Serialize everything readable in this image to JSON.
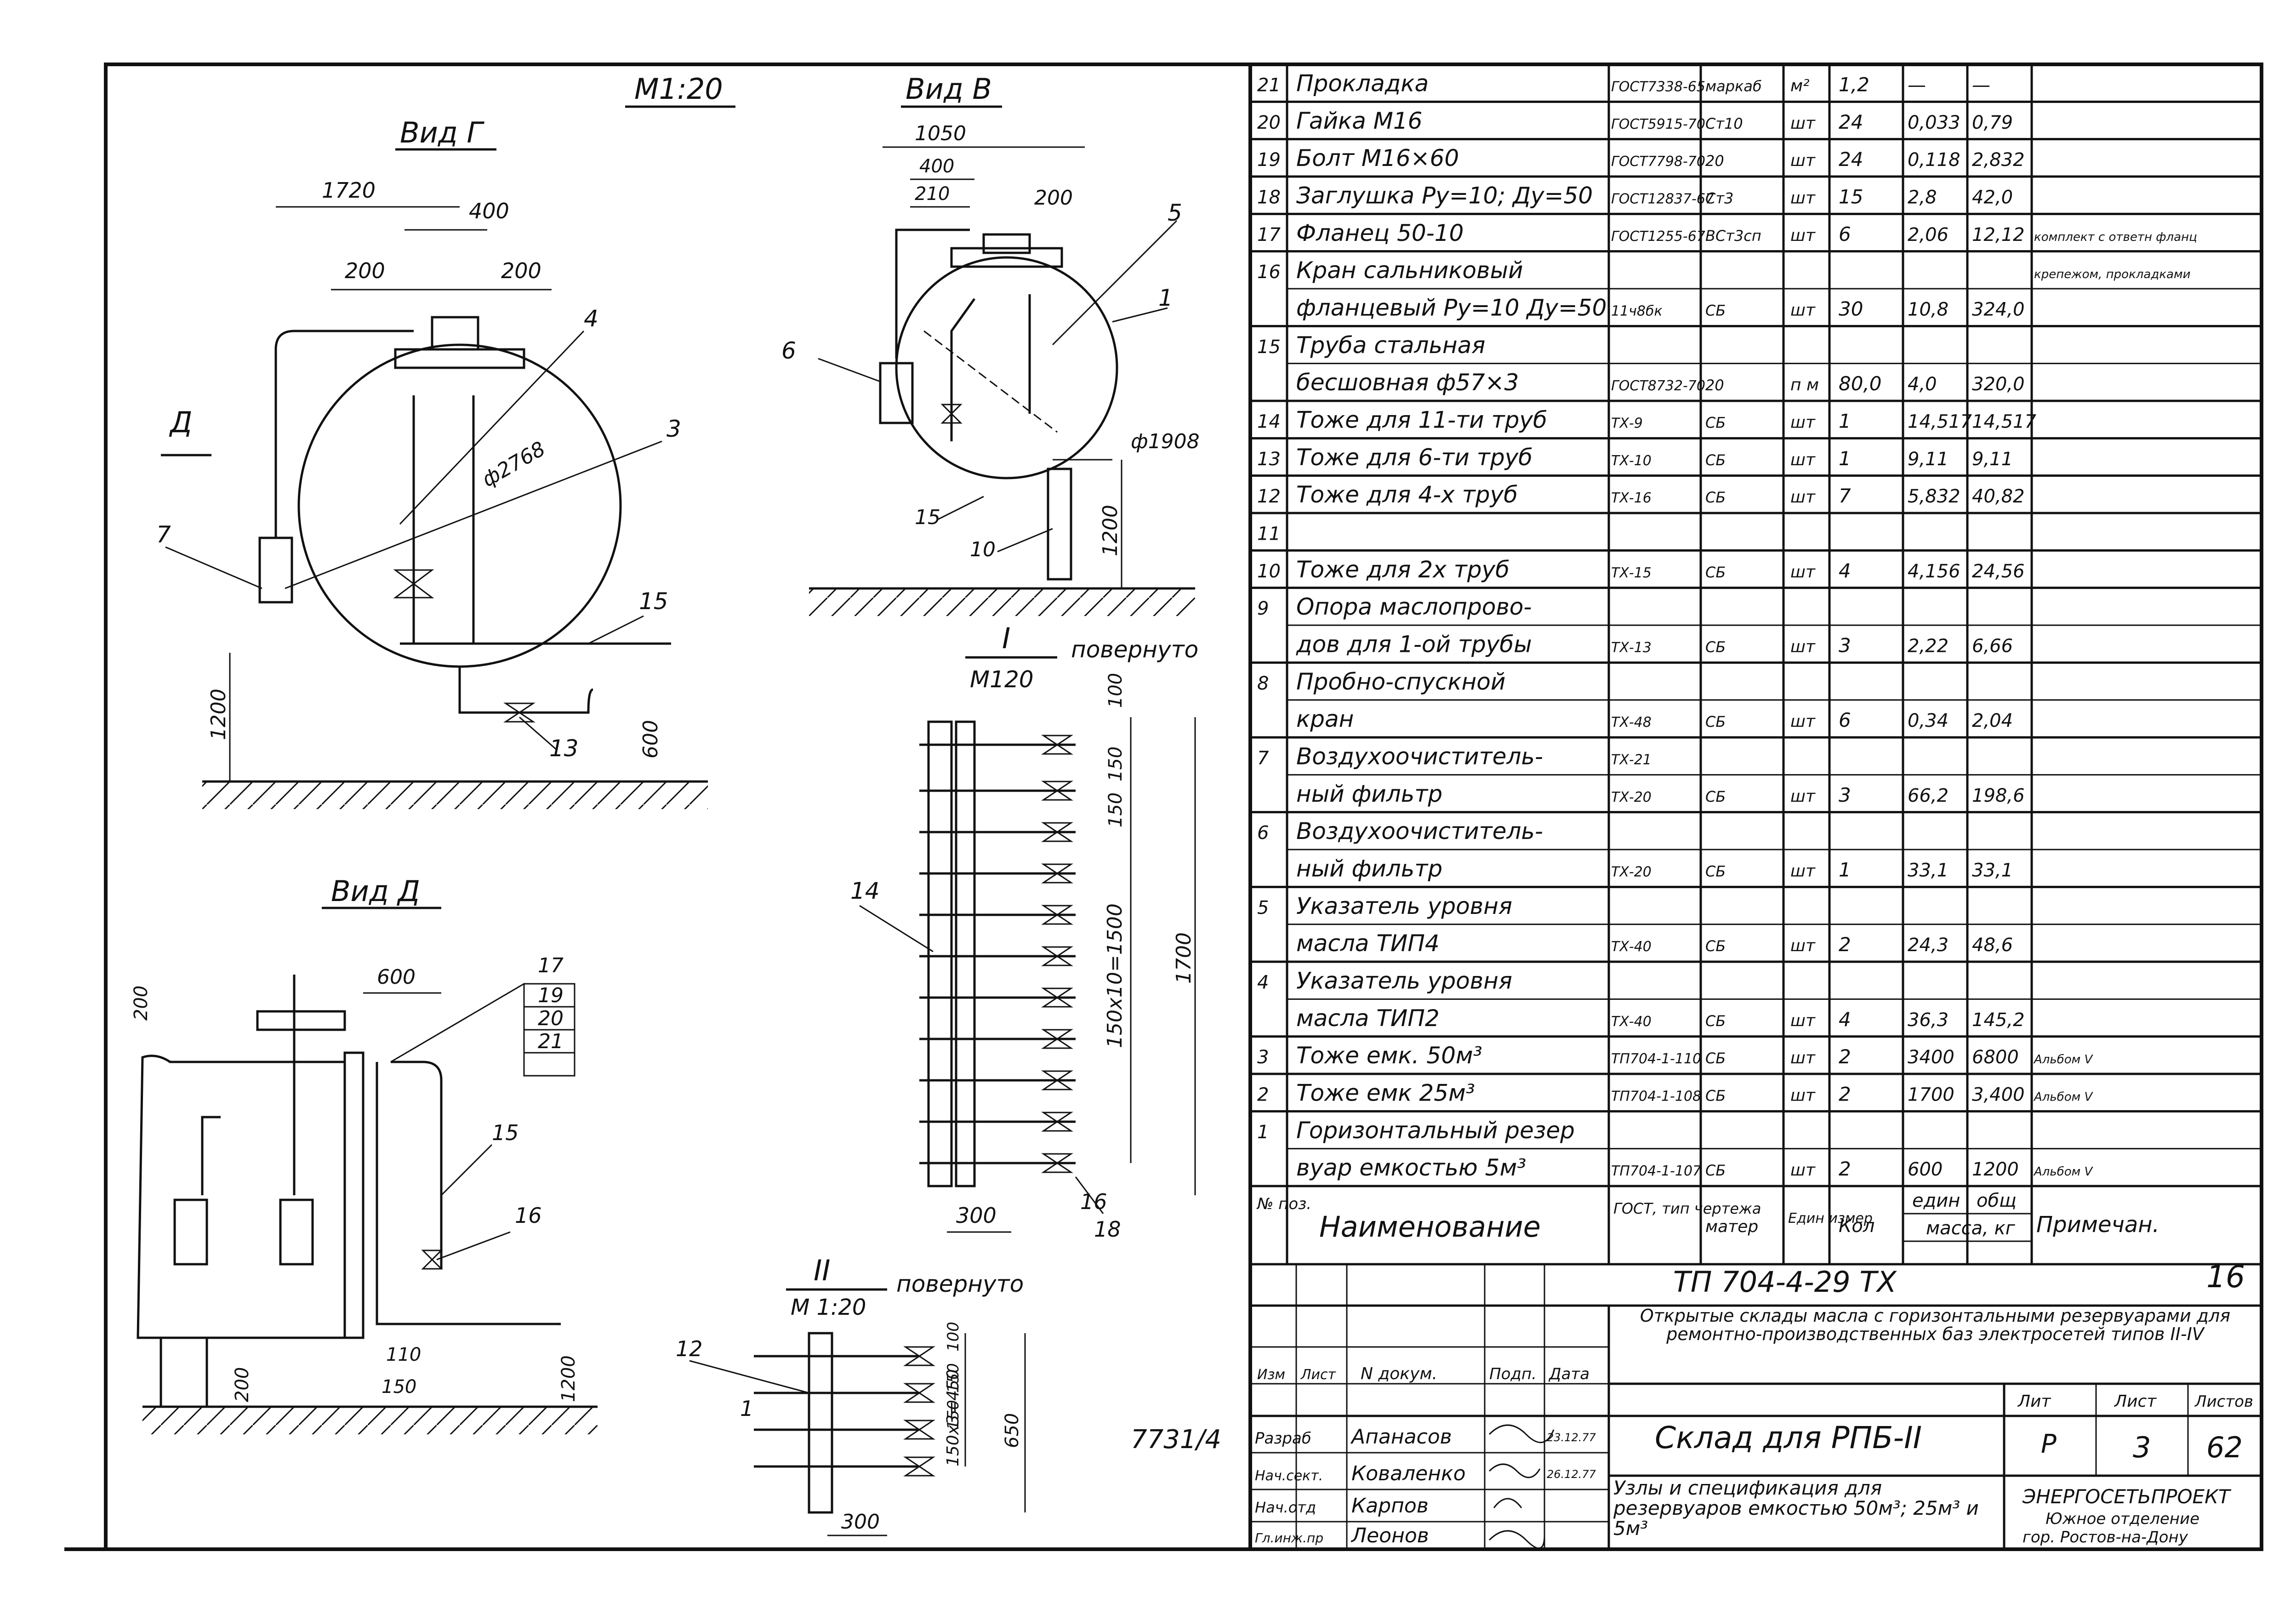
{
  "drawing": {
    "scale_main": "М1:20",
    "views": {
      "view_g": {
        "title": "Вид Г",
        "dims": {
          "d1720": "1720",
          "d400": "400",
          "d200a": "200",
          "d200b": "200",
          "diam": "ф2768",
          "h1200": "1200",
          "h600": "600"
        },
        "section_mark": "Д",
        "callouts": {
          "c4": "4",
          "c3": "3",
          "c7": "7",
          "c15": "15",
          "c13": "13"
        }
      },
      "view_v": {
        "title": "Вид В",
        "dims": {
          "d1050": "1050",
          "d400": "400",
          "d210": "210",
          "d200": "200",
          "diam": "ф1908",
          "h1200": "1200"
        },
        "callouts": {
          "c5": "5",
          "c1": "1",
          "c6": "6",
          "c15": "15",
          "c10": "10"
        }
      },
      "view_d": {
        "title": "Вид Д",
        "dims": {
          "d200": "200",
          "d600": "600",
          "d110": "110",
          "d150": "150",
          "d200b": "200",
          "h1200": "1200"
        },
        "callouts": {
          "c17": "17",
          "c19": "19",
          "c20": "20",
          "c21": "21",
          "c15": "15",
          "c16": "16"
        }
      },
      "section_1": {
        "mark": "I",
        "scale": "М120",
        "rotated": "повернуто",
        "dims": {
          "d100": "100",
          "d150a": "150",
          "d150b": "150",
          "pitch": "150х10=1500",
          "h1700": "1700",
          "w300": "300"
        },
        "callouts": {
          "c14": "14",
          "c16": "16",
          "c18": "18"
        }
      },
      "section_2": {
        "mark": "II",
        "scale": "М 1:20",
        "rotated": "повернуто",
        "dims": {
          "d100": "100",
          "d150a": "150",
          "d150b": "150",
          "pitch": "150х3=450",
          "h650": "650",
          "w300": "300"
        },
        "callouts": {
          "c12": "12",
          "c1": "1"
        }
      }
    },
    "inventory_no": "7731/4"
  },
  "spec": {
    "header": {
      "pos": "№ поз.",
      "name": "Наименование",
      "doc": "ГОСТ, тип чертежа",
      "mat": "матер",
      "unit": "Един измер",
      "qty": "Кол",
      "mass_unit": "един",
      "mass_total": "общ",
      "mass_label": "масса, кг",
      "note": "Примечан."
    },
    "rows": [
      {
        "pos": "21",
        "name": "Прокладка",
        "doc": "ГОСТ7338-65",
        "mat": "маркаб",
        "unit": "м²",
        "qty": "1,2",
        "m1": "—",
        "m2": "—",
        "note": ""
      },
      {
        "pos": "20",
        "name": "Гайка  М16",
        "doc": "ГОСТ5915-70",
        "mat": "Ст10",
        "unit": "шт",
        "qty": "24",
        "m1": "0,033",
        "m2": "0,79",
        "note": ""
      },
      {
        "pos": "19",
        "name": "Болт М16×60",
        "doc": "ГОСТ7798-70",
        "mat": "20",
        "unit": "шт",
        "qty": "24",
        "m1": "0,118",
        "m2": "2,832",
        "note": ""
      },
      {
        "pos": "18",
        "name": "Заглушка Ру=10; Ду=50",
        "doc": "ГОСТ12837-67",
        "mat": "Ст3",
        "unit": "шт",
        "qty": "15",
        "m1": "2,8",
        "m2": "42,0",
        "note": ""
      },
      {
        "pos": "17",
        "name": "Фланец 50-10",
        "doc": "ГОСТ1255-67",
        "mat": "ВСт3сп",
        "unit": "шт",
        "qty": "6",
        "m1": "2,06",
        "m2": "12,12",
        "note": "комплект с ответн фланц"
      },
      {
        "pos": "16",
        "name": "Кран сальниковый",
        "doc": "",
        "mat": "",
        "unit": "",
        "qty": "",
        "m1": "",
        "m2": "",
        "note": "крепежом, прокладками"
      },
      {
        "pos": "",
        "name": "фланцевый Ру=10 Ду=50",
        "doc": "11ч8бк",
        "mat": "СБ",
        "unit": "шт",
        "qty": "30",
        "m1": "10,8",
        "m2": "324,0",
        "note": ""
      },
      {
        "pos": "15",
        "name": "Труба стальная",
        "doc": "",
        "mat": "",
        "unit": "",
        "qty": "",
        "m1": "",
        "m2": "",
        "note": ""
      },
      {
        "pos": "",
        "name": "бесшовная ф57×3",
        "doc": "ГОСТ8732-70",
        "mat": "20",
        "unit": "п м",
        "qty": "80,0",
        "m1": "4,0",
        "m2": "320,0",
        "note": ""
      },
      {
        "pos": "14",
        "name": "Тоже для 11-ти труб",
        "doc": "ТХ-9",
        "mat": "СБ",
        "unit": "шт",
        "qty": "1",
        "m1": "14,517",
        "m2": "14,517",
        "note": ""
      },
      {
        "pos": "13",
        "name": "Тоже для 6-ти труб",
        "doc": "ТХ-10",
        "mat": "СБ",
        "unit": "шт",
        "qty": "1",
        "m1": "9,11",
        "m2": "9,11",
        "note": ""
      },
      {
        "pos": "12",
        "name": "Тоже для 4-х труб",
        "doc": "ТХ-16",
        "mat": "СБ",
        "unit": "шт",
        "qty": "7",
        "m1": "5,832",
        "m2": "40,82",
        "note": ""
      },
      {
        "pos": "11",
        "name": "",
        "doc": "",
        "mat": "",
        "unit": "",
        "qty": "",
        "m1": "",
        "m2": "",
        "note": ""
      },
      {
        "pos": "10",
        "name": "Тоже для 2х труб",
        "doc": "ТХ-15",
        "mat": "СБ",
        "unit": "шт",
        "qty": "4",
        "m1": "4,156",
        "m2": "24,56",
        "note": ""
      },
      {
        "pos": "9",
        "name": "Опора маслопрово-",
        "doc": "",
        "mat": "",
        "unit": "",
        "qty": "",
        "m1": "",
        "m2": "",
        "note": ""
      },
      {
        "pos": "",
        "name": "дов для 1-ой трубы",
        "doc": "ТХ-13",
        "mat": "СБ",
        "unit": "шт",
        "qty": "3",
        "m1": "2,22",
        "m2": "6,66",
        "note": ""
      },
      {
        "pos": "8",
        "name": "Пробно-спускной",
        "doc": "",
        "mat": "",
        "unit": "",
        "qty": "",
        "m1": "",
        "m2": "",
        "note": ""
      },
      {
        "pos": "",
        "name": "кран",
        "doc": "ТХ-48",
        "mat": "СБ",
        "unit": "шт",
        "qty": "6",
        "m1": "0,34",
        "m2": "2,04",
        "note": ""
      },
      {
        "pos": "7",
        "name": "Воздухоочиститель-",
        "doc": "ТХ-21",
        "mat": "",
        "unit": "",
        "qty": "",
        "m1": "",
        "m2": "",
        "note": ""
      },
      {
        "pos": "",
        "name": "ный фильтр",
        "doc": "ТХ-20",
        "mat": "СБ",
        "unit": "шт",
        "qty": "3",
        "m1": "66,2",
        "m2": "198,6",
        "note": ""
      },
      {
        "pos": "6",
        "name": "Воздухоочиститель-",
        "doc": "",
        "mat": "",
        "unit": "",
        "qty": "",
        "m1": "",
        "m2": "",
        "note": ""
      },
      {
        "pos": "",
        "name": "ный фильтр",
        "doc": "ТХ-20",
        "mat": "СБ",
        "unit": "шт",
        "qty": "1",
        "m1": "33,1",
        "m2": "33,1",
        "note": ""
      },
      {
        "pos": "5",
        "name": "Указатель уровня",
        "doc": "",
        "mat": "",
        "unit": "",
        "qty": "",
        "m1": "",
        "m2": "",
        "note": ""
      },
      {
        "pos": "",
        "name": "масла  ТИП4",
        "doc": "ТХ-40",
        "mat": "СБ",
        "unit": "шт",
        "qty": "2",
        "m1": "24,3",
        "m2": "48,6",
        "note": ""
      },
      {
        "pos": "4",
        "name": "Указатель уровня",
        "doc": "",
        "mat": "",
        "unit": "",
        "qty": "",
        "m1": "",
        "m2": "",
        "note": ""
      },
      {
        "pos": "",
        "name": "масла  ТИП2",
        "doc": "ТХ-40",
        "mat": "СБ",
        "unit": "шт",
        "qty": "4",
        "m1": "36,3",
        "m2": "145,2",
        "note": ""
      },
      {
        "pos": "3",
        "name": "Тоже емк. 50м³",
        "doc": "ТП704-1-110",
        "mat": "СБ",
        "unit": "шт",
        "qty": "2",
        "m1": "3400",
        "m2": "6800",
        "note": "Альбом V"
      },
      {
        "pos": "2",
        "name": "Тоже емк 25м³",
        "doc": "ТП704-1-108",
        "mat": "СБ",
        "unit": "шт",
        "qty": "2",
        "m1": "1700",
        "m2": "3,400",
        "note": "Альбом V"
      },
      {
        "pos": "1",
        "name": "Горизонтальный резер",
        "doc": "",
        "mat": "",
        "unit": "",
        "qty": "",
        "m1": "",
        "m2": "",
        "note": ""
      },
      {
        "pos": "",
        "name": "вуар емкостью 5м³",
        "doc": "ТП704-1-107",
        "mat": "СБ",
        "unit": "шт",
        "qty": "2",
        "m1": "600",
        "m2": "1200",
        "note": "Альбом V"
      }
    ]
  },
  "title_block": {
    "code": "ТП   704-4-29 ТХ",
    "sheet_no_big": "16",
    "project_title": "Открытые склады масла с горизонтальными резервуарами для ремонтно-производственных баз электросетей типов II-IV",
    "object": "Склад для РПБ-II",
    "contents": "Узлы и спецификация для резервуаров емкостью 50м³; 25м³ и 5м³",
    "org": "ЭНЕРГОСЕТЬПРОЕКТ",
    "org_dept": "Южное отделение",
    "org_city": "гор. Ростов-на-Дону",
    "col_izm": "Изм",
    "col_list": "Лист",
    "col_doc": "N докум.",
    "col_sign": "Подп.",
    "col_date": "Дата",
    "lit_label": "Лит",
    "sheet_label": "Лист",
    "sheets_label": "Листов",
    "lit": "Р",
    "sheet": "3",
    "sheets": "62",
    "people": [
      {
        "role": "Разраб",
        "name": "Апанасов",
        "date": "23.12.77"
      },
      {
        "role": "Нач.сект.",
        "name": "Коваленко",
        "date": "26.12.77"
      },
      {
        "role": "Нач.отд",
        "name": "Карпов",
        "date": ""
      },
      {
        "role": "Гл.инж.пр",
        "name": "Леонов",
        "date": ""
      }
    ]
  }
}
